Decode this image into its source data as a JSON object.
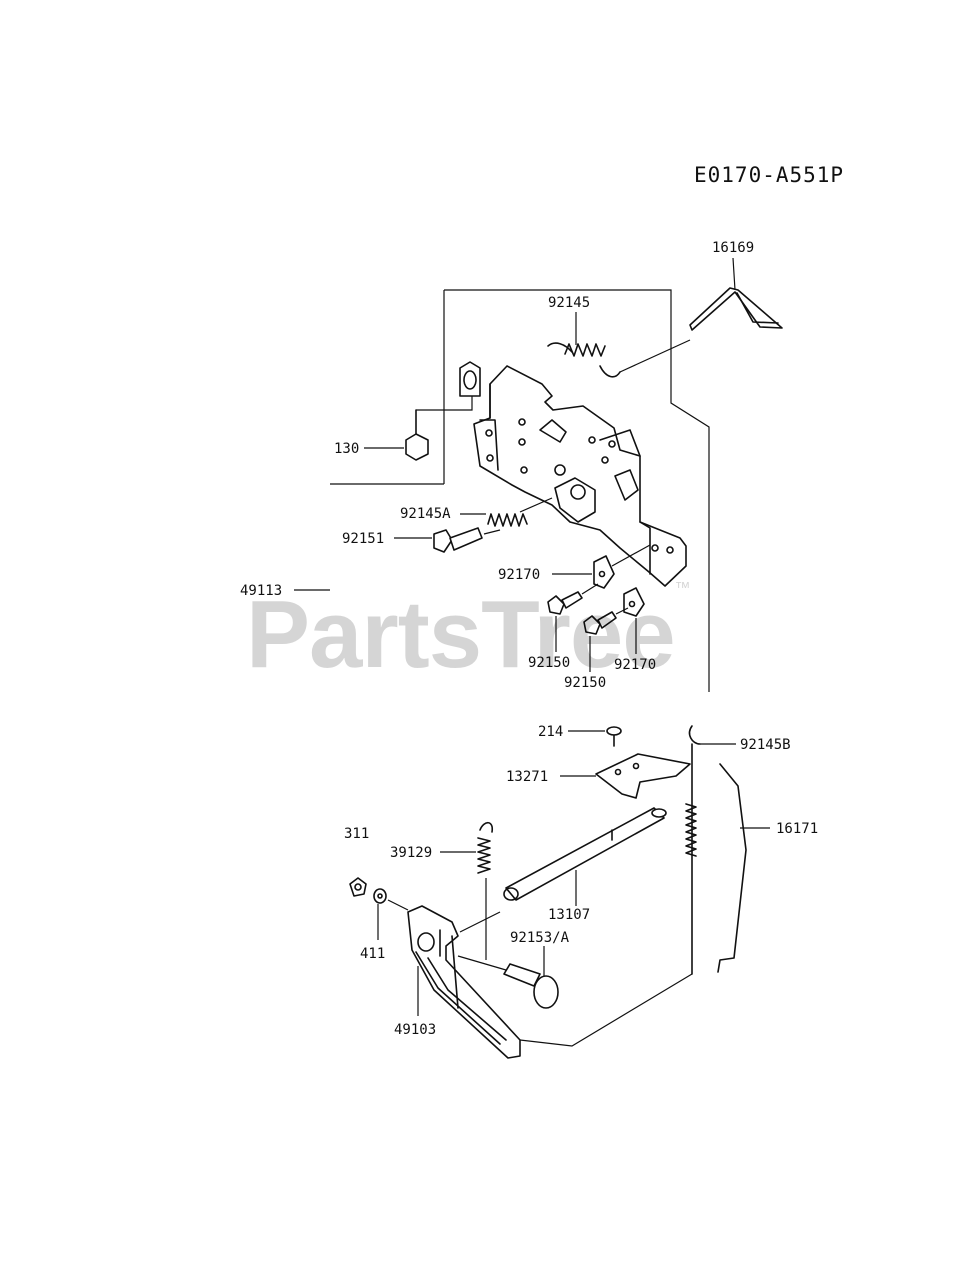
{
  "diagram": {
    "code": "E0170-A551P",
    "watermark": "PartsTree",
    "watermark_tm": "™",
    "callouts": {
      "p16169": "16169",
      "p92145": "92145",
      "p130": "130",
      "p92145A": "92145A",
      "p92151": "92151",
      "p92170a": "92170",
      "p49113": "49113",
      "p92150a": "92150",
      "p92150b": "92150",
      "p92170b": "92170",
      "p214": "214",
      "p92145B": "92145B",
      "p13271": "13271",
      "p311": "311",
      "p39129": "39129",
      "p16171": "16171",
      "p13107": "13107",
      "p92153A": "92153/A",
      "p411": "411",
      "p49103": "49103"
    }
  }
}
